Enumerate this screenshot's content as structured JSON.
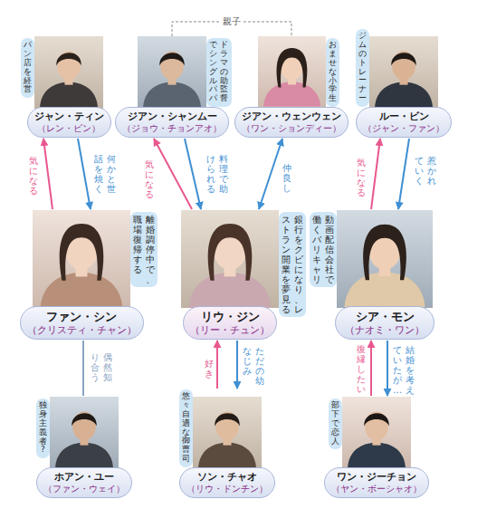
{
  "diagram": {
    "nodes": [
      {
        "text": [
          "ジャン・ティン",
          "（レン・ビン）",
          "パン店を経営"
        ]
      },
      {
        "text": [
          "ジアン・シャンムー",
          "（ジョウ・チョンアオ）",
          "ドラマの助監督でシングルパパ"
        ]
      },
      {
        "text": [
          "ジアン・ウェンウェン",
          "（ワン・ションディー）",
          "おませな小学生"
        ]
      },
      {
        "text": [
          "ルー・ビン",
          "（ジャン・ファン）",
          "ジムのトレーナー"
        ]
      },
      {
        "text": [
          "ファン・シン",
          "（クリスティ・チャン）",
          "離婚調停中で、職場復帰する"
        ]
      },
      {
        "text": [
          "リウ・ジン",
          "（リー・チュン）",
          "銀行をクビになり、レストラン開業を夢見る"
        ]
      },
      {
        "text": [
          "シア・モン",
          "（ナオミ・ワン）",
          "動画配信会社で働くバリキャリ"
        ]
      },
      {
        "text": [
          "ホアン・ユー",
          "（ファン・ウェイ）",
          "独身主義者?"
        ]
      },
      {
        "text": [
          "ソン・チャオ",
          "（リウ・ドンチン）",
          "悠々自適な御曹司"
        ]
      },
      {
        "text": [
          "ワン・ジーチョン",
          "（ヤン・ボーシャオ）",
          "部下で恋人"
        ]
      }
    ],
    "edges": [
      {
        "from": 4,
        "to": 0,
        "arrow": "to",
        "label": "気になる"
      },
      {
        "from": 0,
        "to": 4,
        "arrow": "to",
        "label": "何かと世話を焼く"
      },
      {
        "from": 5,
        "to": 1,
        "arrow": "to",
        "label": "気になる"
      },
      {
        "from": 1,
        "to": 5,
        "arrow": "to",
        "label": "料理で助けられる"
      },
      {
        "from": 2,
        "to": 5,
        "arrow": "both",
        "label": "仲良し"
      },
      {
        "from": 6,
        "to": 3,
        "arrow": "to",
        "label": "気になる"
      },
      {
        "from": 3,
        "to": 6,
        "arrow": "to",
        "label": "惹かれていく"
      },
      {
        "from": 4,
        "to": 7,
        "arrow": "none",
        "label": "偶然知り合う"
      },
      {
        "from": 8,
        "to": 5,
        "arrow": "to",
        "label": "好き"
      },
      {
        "from": 5,
        "to": 8,
        "arrow": "to",
        "label": "ただの幼なじみ"
      },
      {
        "from": 9,
        "to": 6,
        "arrow": "to",
        "label": "復縁したい"
      },
      {
        "from": 6,
        "to": 9,
        "arrow": "to",
        "label": "結婚を考えていたが…"
      }
    ],
    "labels": [
      "親子"
    ]
  }
}
